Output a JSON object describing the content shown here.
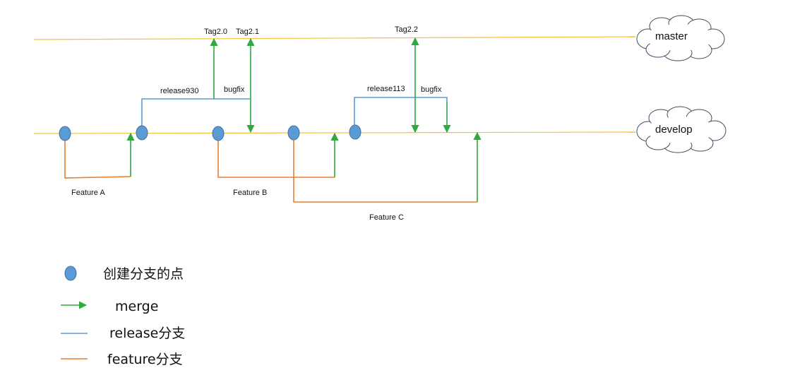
{
  "branches": {
    "master": "master",
    "develop": "develop"
  },
  "tags": {
    "tag20": "Tag2.0",
    "tag21": "Tag2.1",
    "tag22": "Tag2.2"
  },
  "release_labels": {
    "release930": "release930",
    "bugfix1": "bugfix",
    "release113": "release113",
    "bugfix2": "bugfix"
  },
  "feature_labels": {
    "feature_a": "Feature A",
    "feature_b": "Feature B",
    "feature_c": "Feature C"
  },
  "legend": {
    "branch_point": "创建分支的点",
    "merge": "merge",
    "release": "release分支",
    "feature": "feature分支"
  },
  "colors": {
    "main_line": "#f5c242",
    "merge": "#2eaa3f",
    "release": "#5b9bd5",
    "feature": "#ed7d31",
    "node_fill": "#5b9bd5",
    "node_stroke": "#41719c"
  }
}
